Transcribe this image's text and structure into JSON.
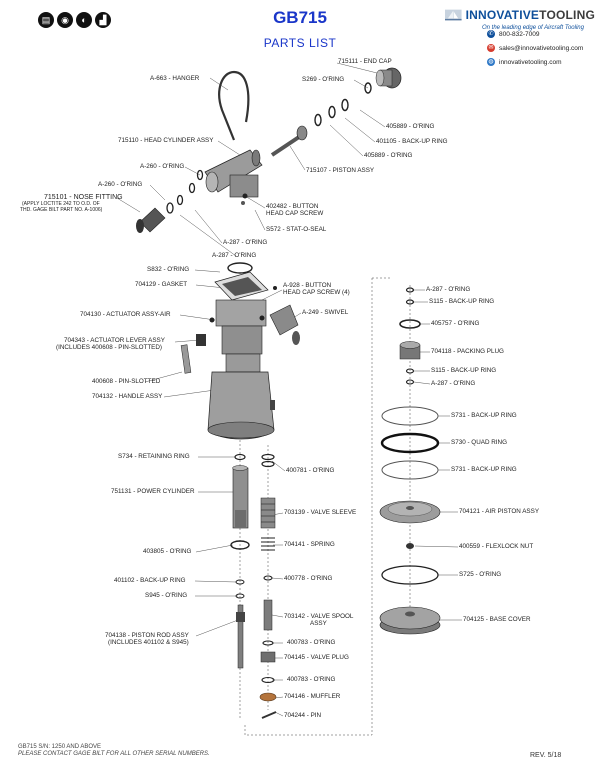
{
  "header": {
    "title": "GB715",
    "subtitle": "PARTS LIST",
    "safety_icons": [
      "book-icon",
      "eye-protection-icon",
      "ear-protection-icon",
      "boot-icon"
    ]
  },
  "brand": {
    "name_a": "INNOVATIVE",
    "name_b": "TOOLING",
    "tagline": "On the leading edge of Aircraft Tooling",
    "phone": "800-832-7009",
    "email": "sales@innovativetooling.com",
    "web": "innovativetooling.com",
    "colors": {
      "primary": "#0e4f9b",
      "title": "#1a36c9"
    }
  },
  "labels": {
    "l715111": "715111 - END CAP",
    "lA663": "A-663 - HANGER",
    "lS269": "S269 - O'RING",
    "l405889a": "405889 - O'RING",
    "l715110": "715110 - HEAD CYLINDER ASSY",
    "l401105": "401105 - BACK-UP RING",
    "l405889b": "405889 - O'RING",
    "lA260a": "A-260 - O'RING",
    "l715107": "715107 - PISTON ASSY",
    "lA260b": "A-260 - O'RING",
    "l715101": "715101 - NOSE FITTING",
    "l715101n1": "(APPLY LOCTITE 242 TO O.D. OF",
    "l715101n2": "THD. GAGE BILT PART NO. A-1006)",
    "l402482a": "402482 - BUTTON",
    "l402482b": "HEAD CAP SCREW",
    "lS572": "S572 - STAT-O-SEAL",
    "lA287a": "A-287 - O'RING",
    "lA287b": "A-287 - O'RING",
    "lS832": "S832 - O'RING",
    "l704129": "704129 - GASKET",
    "lA928a": "A-928 - BUTTON",
    "lA928b": "HEAD CAP SCREW (4)",
    "lA249": "A-249 - SWIVEL",
    "l704130": "704130 - ACTUATOR ASSY-AIR",
    "l704343a": "704343 - ACTUATOR LEVER ASSY",
    "l704343b": "(INCLUDES 400608 - PIN-SLOTTED)",
    "l400608": "400608 - PIN-SLOTTED",
    "l704132": "704132 - HANDLE ASSY",
    "lS734": "S734 - RETAINING RING",
    "l751131": "751131 - POWER CYLINDER",
    "l403805": "403805 - O'RING",
    "l401102": "401102 - BACK-UP RING",
    "lS945": "S945 - O'RING",
    "l704138a": "704138 - PISTON ROD ASSY",
    "l704138b": "(INCLUDES 401102 & S945)",
    "l400781": "400781 - O'RING",
    "l703139": "703139 - VALVE SLEEVE",
    "l704141": "704141 - SPRING",
    "l400778": "400778 - O'RING",
    "l703142a": "703142 - VALVE SPOOL",
    "l703142b": "ASSY",
    "l400783a": "400783 - O'RING",
    "l704145": "704145 - VALVE PLUG",
    "l400783b": "400783 - O'RING",
    "l704146": "704146 - MUFFLER",
    "l704244": "704244 - PIN",
    "lA287c": "A-287 - O'RING",
    "lS115a": "S115 - BACK-UP RING",
    "l405757": "405757 - O'RING",
    "l704118": "704118 - PACKING PLUG",
    "lS115b": "S115 - BACK-UP RING",
    "lA287d": "A-287 - O'RING",
    "lS731a": "S731 - BACK-UP RING",
    "lS730": "S730 - QUAD RING",
    "lS731b": "S731 - BACK-UP RING",
    "l704121": "704121 - AIR PISTON ASSY",
    "l400559": "400559 - FLEXLOCK NUT",
    "lS725": "S725 - O'RING",
    "l704125": "704125 - BASE COVER"
  },
  "footer": {
    "line1": "GB715 S/N: 1250 AND ABOVE",
    "line2": "PLEASE CONTACT GAGE BILT FOR ALL OTHER SERIAL NUMBERS.",
    "rev": "REV. 5/18"
  }
}
